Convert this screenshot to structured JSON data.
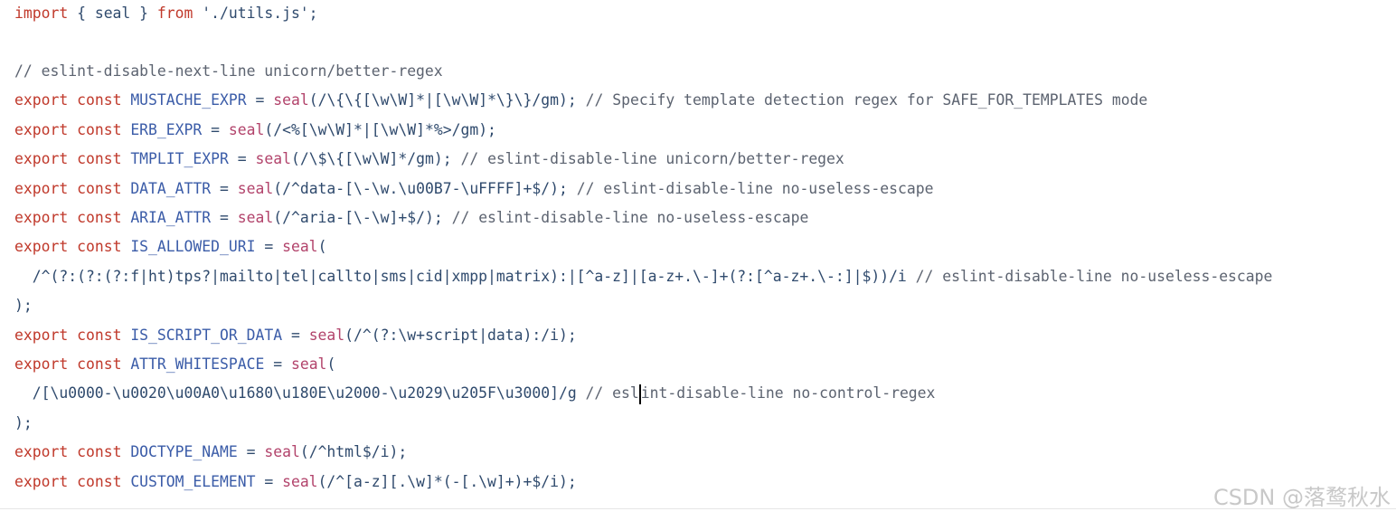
{
  "code": {
    "line_1": {
      "kw1": "import",
      "rest1": " { seal } ",
      "kw2": "from",
      "rest2": " './utils.js';"
    },
    "line_3": {
      "comment": "// eslint-disable-next-line unicorn/better-regex"
    },
    "line_4": {
      "kw1": "export",
      "kw2": "const",
      "name": "MUSTACHE_EXPR",
      "eq": " = ",
      "fn": "seal",
      "args": "(/\\{\\{[\\w\\W]*|[\\w\\W]*\\}\\}/gm);",
      "comment": " // Specify template detection regex for SAFE_FOR_TEMPLATES mode"
    },
    "line_5": {
      "kw1": "export",
      "kw2": "const",
      "name": "ERB_EXPR",
      "eq": " = ",
      "fn": "seal",
      "args": "(/<%[\\w\\W]*|[\\w\\W]*%>/gm);"
    },
    "line_6": {
      "kw1": "export",
      "kw2": "const",
      "name": "TMPLIT_EXPR",
      "eq": " = ",
      "fn": "seal",
      "args": "(/\\$\\{[\\w\\W]*/gm);",
      "comment": " // eslint-disable-line unicorn/better-regex"
    },
    "line_7": {
      "kw1": "export",
      "kw2": "const",
      "name": "DATA_ATTR",
      "eq": " = ",
      "fn": "seal",
      "args": "(/^data-[\\-\\w.\\u00B7-\\uFFFF]+$/);",
      "comment": " // eslint-disable-line no-useless-escape"
    },
    "line_8": {
      "kw1": "export",
      "kw2": "const",
      "name": "ARIA_ATTR",
      "eq": " = ",
      "fn": "seal",
      "args": "(/^aria-[\\-\\w]+$/);",
      "comment": " // eslint-disable-line no-useless-escape"
    },
    "line_9": {
      "kw1": "export",
      "kw2": "const",
      "name": "IS_ALLOWED_URI",
      "eq": " = ",
      "fn": "seal",
      "args": "("
    },
    "line_10": {
      "regex": "  /^(?:(?:(?:f|ht)tps?|mailto|tel|callto|sms|cid|xmpp|matrix):|[^a-z]|[a-z+.\\-]+(?:[^a-z+.\\-:]|$))/i",
      "comment": " // eslint-disable-line no-useless-escape"
    },
    "line_11": {
      "text": ");"
    },
    "line_12": {
      "kw1": "export",
      "kw2": "const",
      "name": "IS_SCRIPT_OR_DATA",
      "eq": " = ",
      "fn": "seal",
      "args": "(/^(?:\\w+script|data):/i);"
    },
    "line_13": {
      "kw1": "export",
      "kw2": "const",
      "name": "ATTR_WHITESPACE",
      "eq": " = ",
      "fn": "seal",
      "args": "("
    },
    "line_14": {
      "regex": "  /[\\u0000-\\u0020\\u00A0\\u1680\\u180E\\u2000-\\u2029\\u205F\\u3000]/g",
      "comment_a": " // esl",
      "comment_b": "int-disable-line no-control-regex"
    },
    "line_15": {
      "text": ");"
    },
    "line_16": {
      "kw1": "export",
      "kw2": "const",
      "name": "DOCTYPE_NAME",
      "eq": " = ",
      "fn": "seal",
      "args": "(/^html$/i);"
    },
    "line_17": {
      "kw1": "export",
      "kw2": "const",
      "name": "CUSTOM_ELEMENT",
      "eq": " = ",
      "fn": "seal",
      "args": "(/^[a-z][.\\w]*(-[.\\w]+)+$/i);"
    }
  },
  "watermark": "CSDN @落鹜秋水",
  "colors": {
    "keyword": "#c0392b",
    "function": "#b2436b",
    "definition": "#3b5ca8",
    "comment": "#5c6370",
    "plain": "#2f4a6d",
    "watermark": "#c8c8c8"
  }
}
